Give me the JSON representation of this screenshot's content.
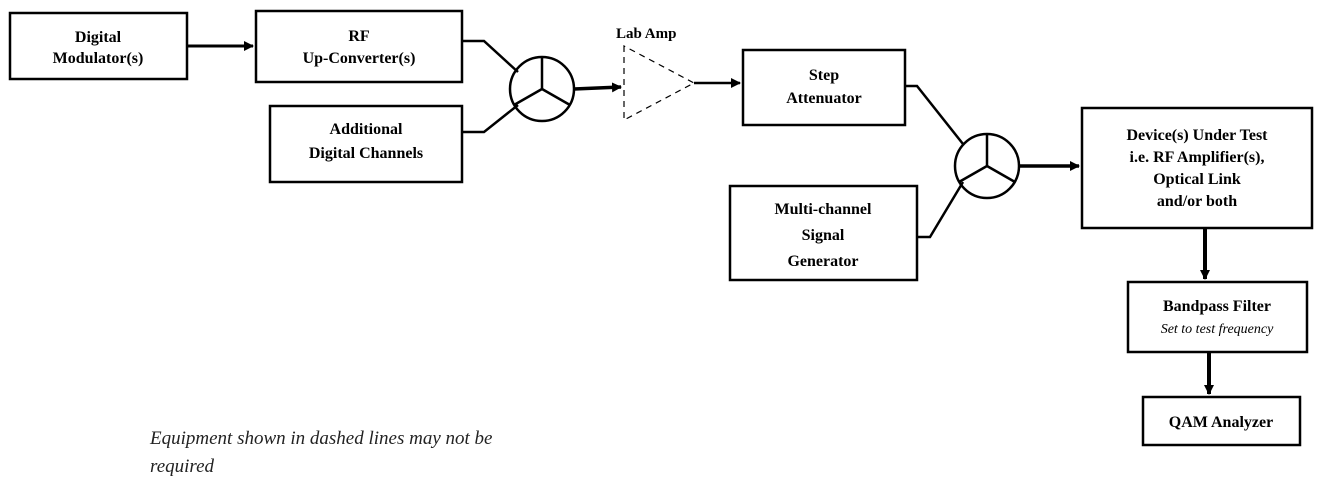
{
  "diagram": {
    "blocks": {
      "digital_modulator": [
        "Digital",
        "Modulator(s)"
      ],
      "rf_upconverter": [
        "RF",
        "Up-Converter(s)"
      ],
      "additional_channels": [
        "Additional",
        "Digital Channels"
      ],
      "lab_amp": "Lab Amp",
      "step_attenuator": [
        "Step",
        "Attenuator"
      ],
      "multichannel_generator": [
        "Multi-channel",
        "Signal",
        "Generator"
      ],
      "device_under_test": [
        "Device(s) Under Test",
        "i.e. RF Amplifier(s),",
        "Optical Link",
        "and/or both"
      ],
      "bandpass_filter": "Bandpass Filter",
      "bandpass_filter_note": "Set to test frequency",
      "qam_analyzer": "QAM Analyzer"
    },
    "footnote": [
      "Equipment shown in dashed lines may not be",
      "required"
    ]
  }
}
